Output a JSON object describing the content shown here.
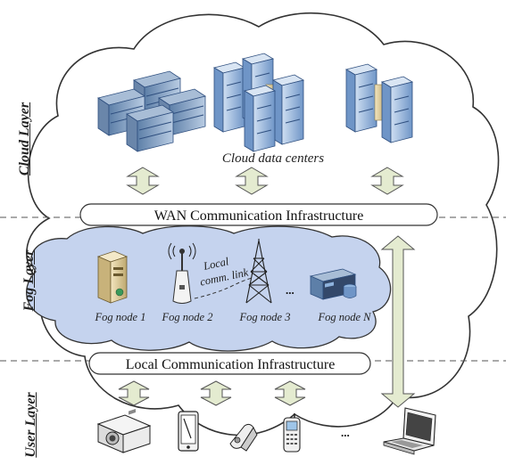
{
  "layers": {
    "cloud": "Cloud Layer",
    "fog": "Fog Layer",
    "user": "User Layer"
  },
  "cloud_caption": "Cloud data centers",
  "wan_label": "WAN Communication Infrastructure",
  "local_label": "Local Communication Infrastructure",
  "link_label_line1": "Local",
  "link_label_line2": "comm. link",
  "fog_nodes": [
    "Fog node 1",
    "Fog node 2",
    "Fog node 3",
    "Fog node N"
  ],
  "fog_ellipsis": "...",
  "user_ellipsis": "...",
  "colors": {
    "cloud_fill": "#ffffff",
    "cloud_stroke": "#333333",
    "fog_fill": "#c5d3ee",
    "arrow_fill": "#e4ebd0",
    "server_blue": "#8fb3dd",
    "server_dark": "#2f4f7f"
  },
  "icons": [
    "server-rack-icon",
    "tower-server-icon",
    "wifi-router-icon",
    "cell-tower-icon",
    "projector-icon",
    "tablet-icon",
    "flip-phone-icon",
    "mobile-phone-icon",
    "laptop-icon"
  ]
}
